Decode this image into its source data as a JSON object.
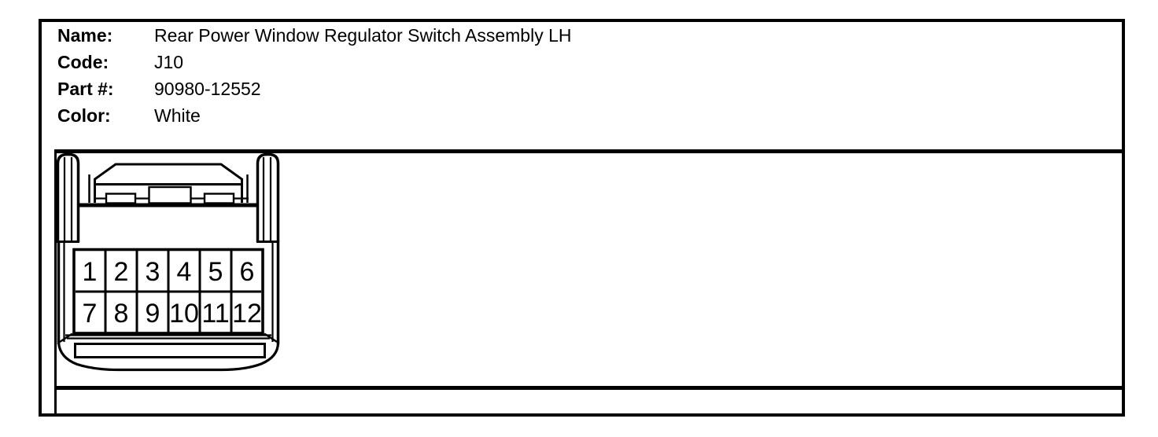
{
  "panel": {
    "fields": [
      {
        "label": "Name:",
        "value": "Rear Power Window Regulator Switch Assembly LH"
      },
      {
        "label": "Code:",
        "value": "J10"
      },
      {
        "label": "Part #:",
        "value": "90980-12552"
      },
      {
        "label": "Color:",
        "value": "White"
      }
    ]
  },
  "connector": {
    "description": "12-pin connector face view, 2 rows x 6 columns",
    "rows": 2,
    "columns": 6,
    "pins": [
      "1",
      "2",
      "3",
      "4",
      "5",
      "6",
      "7",
      "8",
      "9",
      "10",
      "11",
      "12"
    ]
  },
  "colors": {
    "line": "#000000",
    "background": "#ffffff"
  }
}
